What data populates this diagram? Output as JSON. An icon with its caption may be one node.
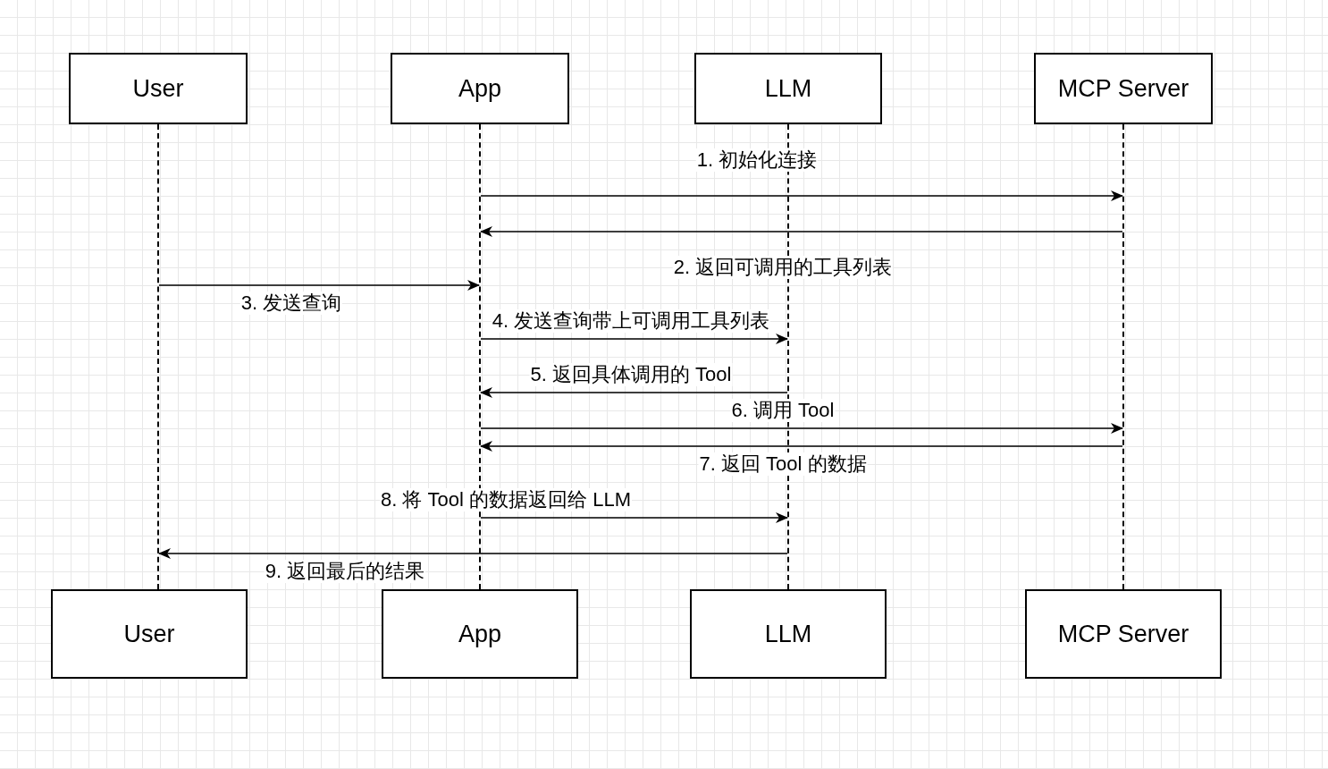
{
  "diagram": {
    "nodes": [
      {
        "text": [
          "User"
        ]
      },
      {
        "text": [
          "App"
        ]
      },
      {
        "text": [
          "LLM"
        ]
      },
      {
        "text": [
          "MCP Server"
        ]
      },
      {
        "text": [],
        "shape": "line"
      },
      {
        "text": [],
        "shape": "line"
      },
      {
        "text": [],
        "shape": "line"
      },
      {
        "text": [],
        "shape": "line"
      },
      {
        "text": [
          "User"
        ]
      },
      {
        "text": [
          "App"
        ]
      },
      {
        "text": [
          "LLM"
        ]
      },
      {
        "text": [
          "MCP Server"
        ]
      }
    ],
    "edges": [
      {
        "from": 5,
        "to": 7,
        "arrow": "to",
        "label": "1. 初始化连接"
      },
      {
        "from": 7,
        "to": 5,
        "arrow": "to",
        "label": "2. 返回可调用的工具列表"
      },
      {
        "from": 4,
        "to": 5,
        "arrow": "to",
        "label": "3. 发送查询"
      },
      {
        "from": 5,
        "to": 6,
        "arrow": "to",
        "label": "4. 发送查询带上可调用工具列表"
      },
      {
        "from": 6,
        "to": 5,
        "arrow": "to",
        "label": "5. 返回具体调用的 Tool"
      },
      {
        "from": 5,
        "to": 7,
        "arrow": "to",
        "label": "6. 调用 Tool"
      },
      {
        "from": 7,
        "to": 5,
        "arrow": "to",
        "label": "7. 返回 Tool 的数据"
      },
      {
        "from": 5,
        "to": 6,
        "arrow": "to",
        "label": "8. 将 Tool 的数据返回给 LLM"
      },
      {
        "from": 6,
        "to": 4,
        "arrow": "to",
        "label": "9. 返回最后的结果"
      }
    ]
  }
}
